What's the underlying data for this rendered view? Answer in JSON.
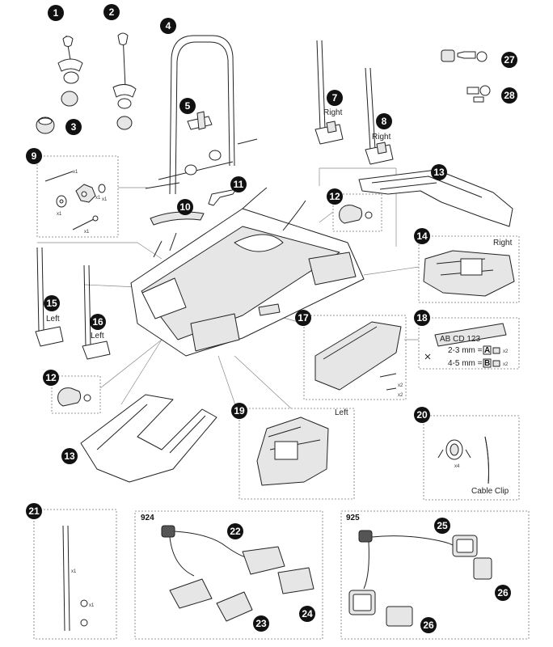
{
  "callouts": [
    {
      "num": "1"
    },
    {
      "num": "2"
    },
    {
      "num": "3"
    },
    {
      "num": "4"
    },
    {
      "num": "5"
    },
    {
      "num": "7"
    },
    {
      "num": "8"
    },
    {
      "num": "9"
    },
    {
      "num": "10"
    },
    {
      "num": "11"
    },
    {
      "num": "12"
    },
    {
      "num": "13"
    },
    {
      "num": "14"
    },
    {
      "num": "15"
    },
    {
      "num": "16"
    },
    {
      "num": "17"
    },
    {
      "num": "18"
    },
    {
      "num": "12"
    },
    {
      "num": "13"
    },
    {
      "num": "19"
    },
    {
      "num": "20"
    },
    {
      "num": "21"
    },
    {
      "num": "22"
    },
    {
      "num": "23"
    },
    {
      "num": "24"
    },
    {
      "num": "25"
    },
    {
      "num": "26"
    },
    {
      "num": "26"
    },
    {
      "num": "27"
    },
    {
      "num": "28"
    }
  ],
  "labels": {
    "right_7": "Right",
    "right_8": "Right",
    "right_14": "Right",
    "left_15": "Left",
    "left_16": "Left",
    "left_19": "Left",
    "cable_clip": "Cable Clip",
    "model_924": "924",
    "model_925": "925",
    "plate_text": "AB CD 123",
    "spacer_a_text": "2-3 mm =",
    "spacer_a_letter": "A",
    "spacer_b_text": "4-5 mm =",
    "spacer_b_letter": "B",
    "x2a": "x2",
    "x2b": "x2",
    "x2c": "x2",
    "x2d": "x2",
    "x4": "x4",
    "x1a": "x1",
    "x1b": "x1",
    "x1c": "x1",
    "x1d": "x1",
    "x1e": "x1",
    "x1f": "x1",
    "x1g": "x1"
  }
}
